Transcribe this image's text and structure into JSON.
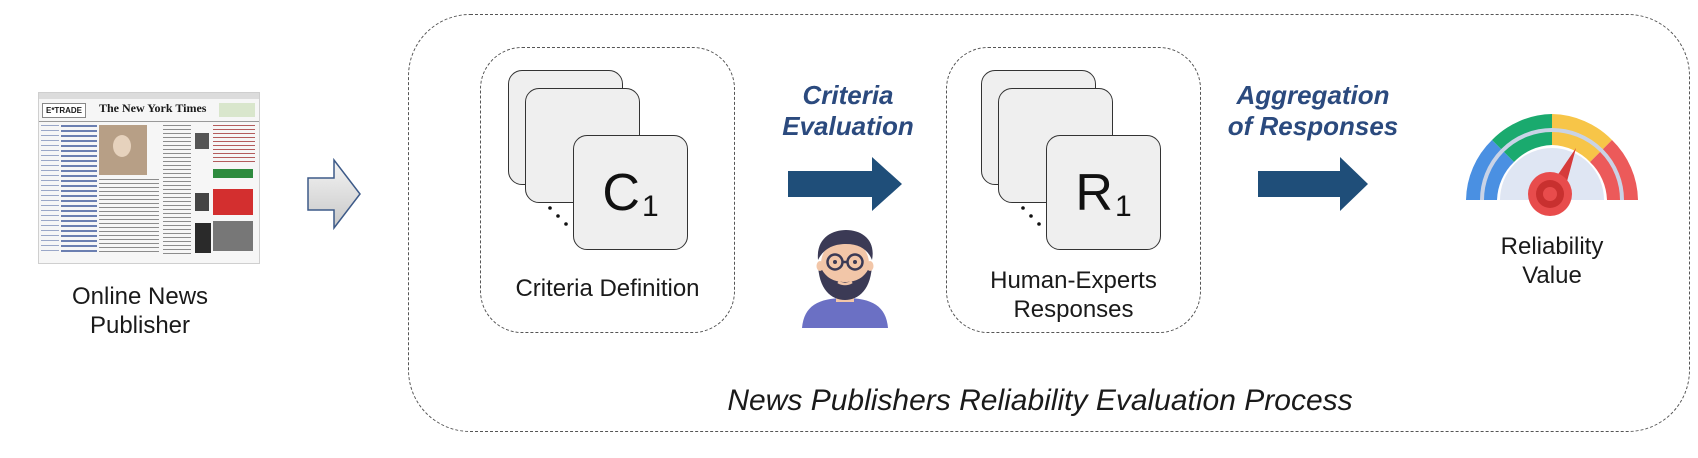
{
  "publisher": {
    "label_line1": "Online News",
    "label_line2": "Publisher",
    "thumbnail_masthead": "The New York Times",
    "thumbnail_ad": "E*TRADE"
  },
  "process_title": "News Publishers Reliability Evaluation Process",
  "criteria": {
    "card_letter": "C",
    "card_index": "1",
    "label": "Criteria Definition"
  },
  "step_evaluation": {
    "line1": "Criteria",
    "line2": "Evaluation"
  },
  "responses": {
    "card_letter": "R",
    "card_index": "1",
    "label_line1": "Human-Experts",
    "label_line2": "Responses"
  },
  "step_aggregation": {
    "line1": "Aggregation",
    "line2": "of Responses"
  },
  "reliability": {
    "label_line1": "Reliability",
    "label_line2": "Value"
  },
  "colors": {
    "arrow_blue": "#1f4e79",
    "label_blue": "#2b4a7e",
    "gauge_blue": "#4a90e2",
    "gauge_green": "#1aaa6e",
    "gauge_yellow": "#f7c548",
    "gauge_red": "#ec5a5a",
    "person_shirt": "#6b70c4"
  },
  "icons": [
    "newspaper-thumbnail-icon",
    "outline-arrow-icon",
    "expert-avatar-icon",
    "gauge-icon"
  ]
}
